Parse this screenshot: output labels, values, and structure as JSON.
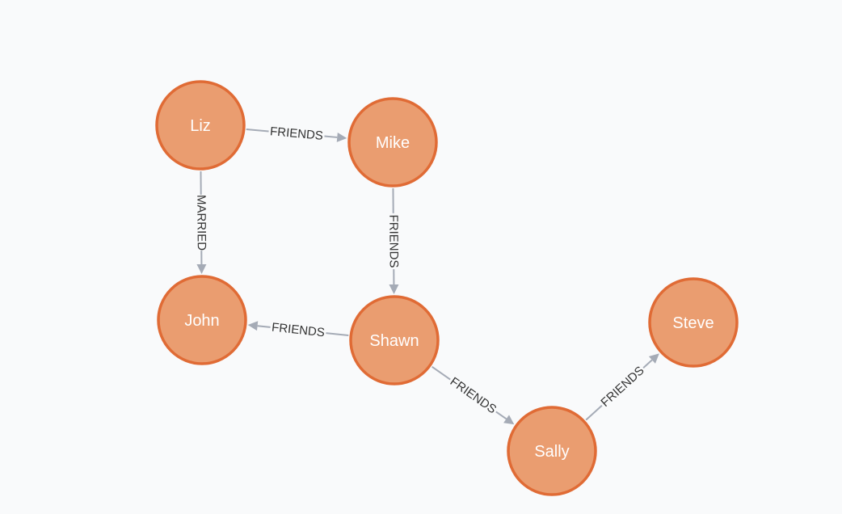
{
  "graph": {
    "nodes": [
      {
        "id": "liz",
        "label": "Liz"
      },
      {
        "id": "mike",
        "label": "Mike"
      },
      {
        "id": "john",
        "label": "John"
      },
      {
        "id": "shawn",
        "label": "Shawn"
      },
      {
        "id": "steve",
        "label": "Steve"
      },
      {
        "id": "sally",
        "label": "Sally"
      }
    ],
    "relationships": [
      {
        "from": "liz",
        "to": "mike",
        "type": "FRIENDS"
      },
      {
        "from": "liz",
        "to": "john",
        "type": "MARRIED"
      },
      {
        "from": "mike",
        "to": "shawn",
        "type": "FRIENDS"
      },
      {
        "from": "shawn",
        "to": "john",
        "type": "FRIENDS"
      },
      {
        "from": "shawn",
        "to": "sally",
        "type": "FRIENDS"
      },
      {
        "from": "sally",
        "to": "steve",
        "type": "FRIENDS"
      }
    ]
  },
  "colors": {
    "node_fill": "#ea9d70",
    "node_stroke": "#e06b35",
    "edge": "#a5abb6",
    "background": "#f9fafb"
  }
}
